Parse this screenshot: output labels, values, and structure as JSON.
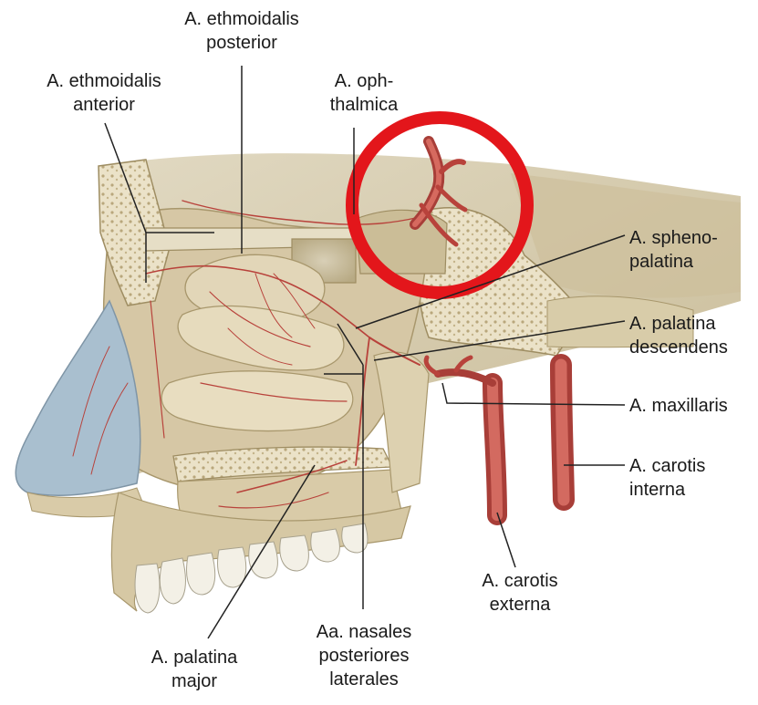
{
  "labels": {
    "ethmoidalis_posterior": "A. ethmoidalis\nposterior",
    "ethmoidalis_anterior": "A. ethmoidalis\nanterior",
    "ophthalmica": "A. oph-\nthalmica",
    "sphenopalatina": "A. spheno-\npalatina",
    "palatina_descendens": "A. palatina\ndescendens",
    "maxillaris": "A. maxillaris",
    "carotis_interna": "A. carotis\ninterna",
    "carotis_externa": "A. carotis\nexterna",
    "nasales_posteriores": "Aa. nasales\nposteriores\nlaterales",
    "palatina_major": "A. palatina\nmajor"
  },
  "colors": {
    "bone": "#e4dcc4",
    "bone_shadow": "#c8bb97",
    "bone_dark": "#a8976c",
    "background_wall": "#d9d0b6",
    "mucosa": "#d8c6a4",
    "artery": "#c2514a",
    "artery_dark": "#8e2e2a",
    "cartilage": "#a9bfcf",
    "teeth": "#f3f0e6",
    "highlight_circle": "#e3161b",
    "leader_line": "#222222"
  },
  "icons": {
    "highlight": "red-circle-highlight-icon"
  }
}
